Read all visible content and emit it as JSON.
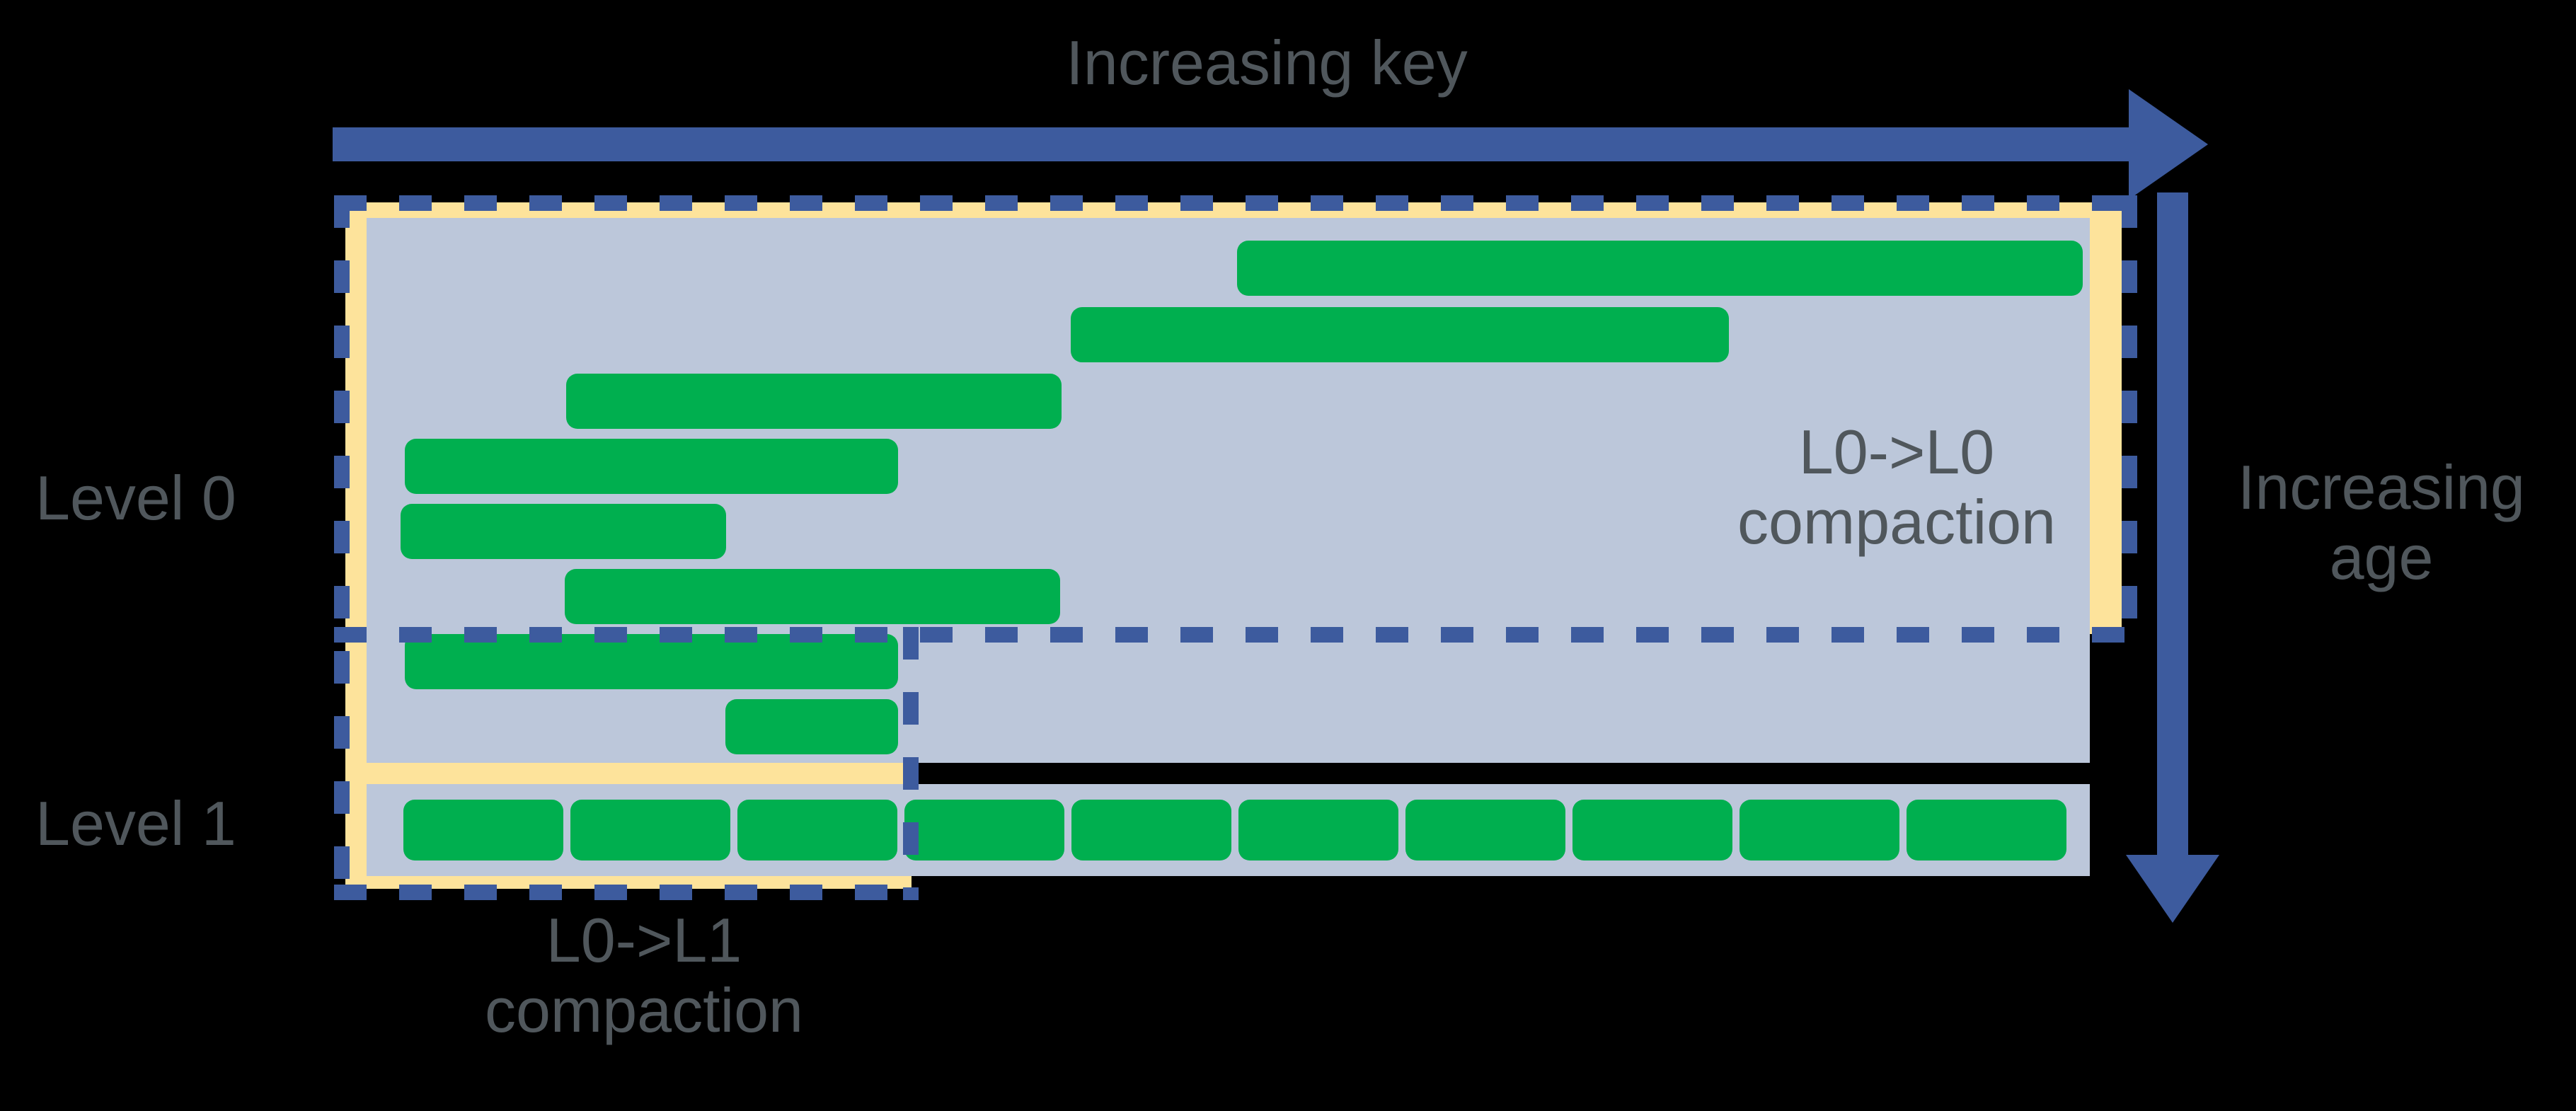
{
  "diagram": {
    "title": "LSM-tree level 0 and level 1 compaction",
    "axes": {
      "key_axis_label": "Increasing key",
      "age_axis_label": "Increasing\nage",
      "key_axis_icon": "right-arrow-icon",
      "age_axis_icon": "down-arrow-icon"
    },
    "levels": [
      {
        "label": "Level 0"
      },
      {
        "label": "Level 1"
      }
    ],
    "annotations": [
      {
        "id": "l0-l0",
        "text": "L0->L0\ncompaction"
      },
      {
        "id": "l0-l1",
        "text": "L0->L1\ncompaction"
      }
    ],
    "colors": {
      "background": "#000000",
      "panel": "#BCC7DA",
      "highlight": "#FDE39B",
      "sstable": "#00AF4F",
      "accent_blue": "#3D5B9E",
      "text_gray": "#50575C"
    }
  },
  "chart_data": {
    "type": "bar",
    "title": "LSM-tree compaction: Level 0 overlapping SSTables and Level 1 sorted run",
    "xlabel": "Increasing key",
    "ylabel": "Increasing age",
    "legend": [],
    "grid": false,
    "level0_sstables": [
      {
        "index": 1,
        "key_start": 0.505,
        "key_end": 1.0,
        "row": 1
      },
      {
        "index": 2,
        "key_start": 0.409,
        "key_end": 0.79,
        "row": 2
      },
      {
        "index": 3,
        "key_start": 0.116,
        "key_end": 0.404,
        "row": 3
      },
      {
        "index": 4,
        "key_start": 0.022,
        "key_end": 0.308,
        "row": 4
      },
      {
        "index": 5,
        "key_start": 0.019,
        "key_end": 0.166,
        "row": 5
      },
      {
        "index": 6,
        "key_start": 0.115,
        "key_end": 0.404,
        "row": 6
      },
      {
        "index": 7,
        "key_start": 0.022,
        "key_end": 0.308,
        "row": 7
      },
      {
        "index": 8,
        "key_start": 0.186,
        "key_end": 0.308,
        "row": 8
      }
    ],
    "level1_sstables": [
      {
        "index": 1,
        "key_start": 0.0,
        "key_end": 0.1
      },
      {
        "index": 2,
        "key_start": 0.1,
        "key_end": 0.2
      },
      {
        "index": 3,
        "key_start": 0.2,
        "key_end": 0.3
      },
      {
        "index": 4,
        "key_start": 0.3,
        "key_end": 0.4
      },
      {
        "index": 5,
        "key_start": 0.4,
        "key_end": 0.5
      },
      {
        "index": 6,
        "key_start": 0.5,
        "key_end": 0.6
      },
      {
        "index": 7,
        "key_start": 0.6,
        "key_end": 0.7
      },
      {
        "index": 8,
        "key_start": 0.7,
        "key_end": 0.8
      },
      {
        "index": 9,
        "key_start": 0.8,
        "key_end": 0.9
      },
      {
        "index": 10,
        "key_start": 0.9,
        "key_end": 1.0
      }
    ],
    "compaction_regions": [
      {
        "name": "L0->L0 compaction",
        "covers": "all of Level 0 rows 1-6 across the full key range"
      },
      {
        "name": "L0->L1 compaction",
        "covers": "left key range of Level 0 rows 7-8 plus first 3 Level 1 SSTables"
      }
    ]
  }
}
